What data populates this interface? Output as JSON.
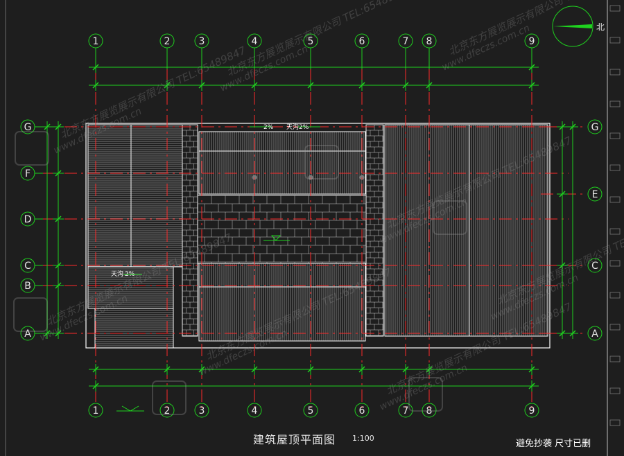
{
  "drawing": {
    "title": "建筑屋顶平面图",
    "scale": "1:100",
    "note": "避免抄袭 尺寸已删",
    "north_label": "北",
    "slope_label": "2%",
    "gutter_label": "天沟",
    "watermark_company": "北京东方展览展示有限公司",
    "watermark_url": "www.dfeczs.com.cn",
    "watermark_tel": "TEL:65489847"
  },
  "grid": {
    "vertical_axes": [
      "1",
      "2",
      "3",
      "4",
      "5",
      "6",
      "7",
      "8",
      "9"
    ],
    "left_axes": [
      "G",
      "F",
      "D",
      "C",
      "B",
      "A"
    ],
    "right_axes": [
      "G",
      "E",
      "C",
      "A"
    ]
  },
  "colors": {
    "background": "#1e1e1e",
    "grid_bubble": "#1fd31f",
    "axis_line": "#ff2a2a",
    "outline": "#ffffff",
    "hatch": "#cfcfcf",
    "cyan_mark": "#28d5d5"
  }
}
